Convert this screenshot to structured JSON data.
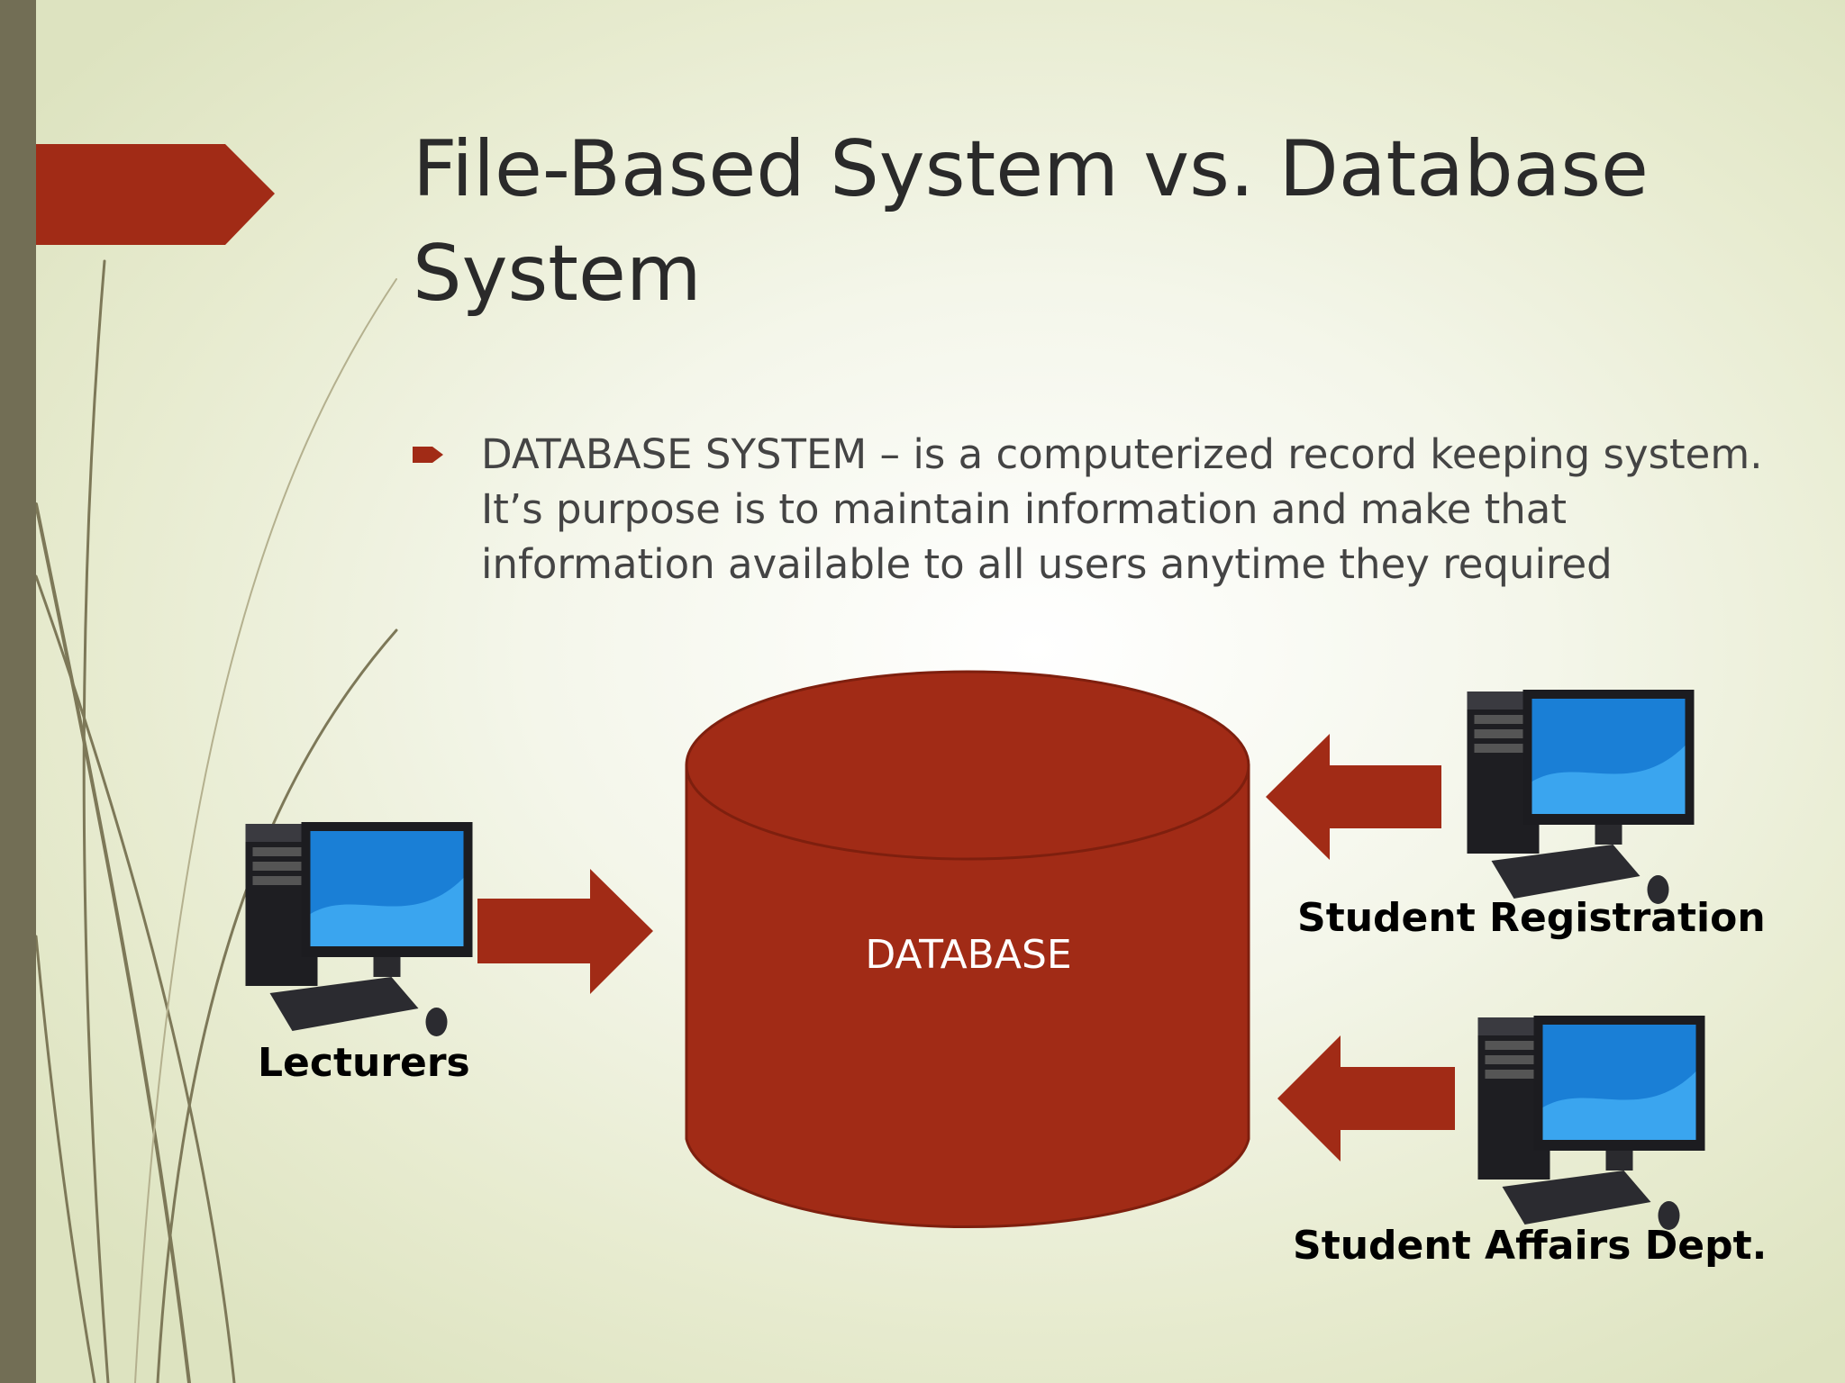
{
  "slide": {
    "title": "File-Based System vs. Database System",
    "bullet": {
      "icon": "arrow-bullet-icon",
      "text": "DATABASE SYSTEM – is a computerized record keeping system. It’s purpose is to maintain information and make that information available to all users anytime they required"
    }
  },
  "diagram": {
    "database_label": "DATABASE",
    "nodes": [
      {
        "id": "lecturers",
        "label": "Lecturers",
        "icon": "desktop-computer-icon",
        "arrow": "arrow-right-icon"
      },
      {
        "id": "student-registration",
        "label": "Student Registration",
        "icon": "desktop-computer-icon",
        "arrow": "arrow-left-icon"
      },
      {
        "id": "student-affairs",
        "label": "Student Affairs Dept.",
        "icon": "desktop-computer-icon",
        "arrow": "arrow-left-icon"
      }
    ]
  },
  "colors": {
    "accent": "#a12b16",
    "sidebar": "#726e55",
    "title_text": "#2a2a2a",
    "body_text": "#444444"
  }
}
